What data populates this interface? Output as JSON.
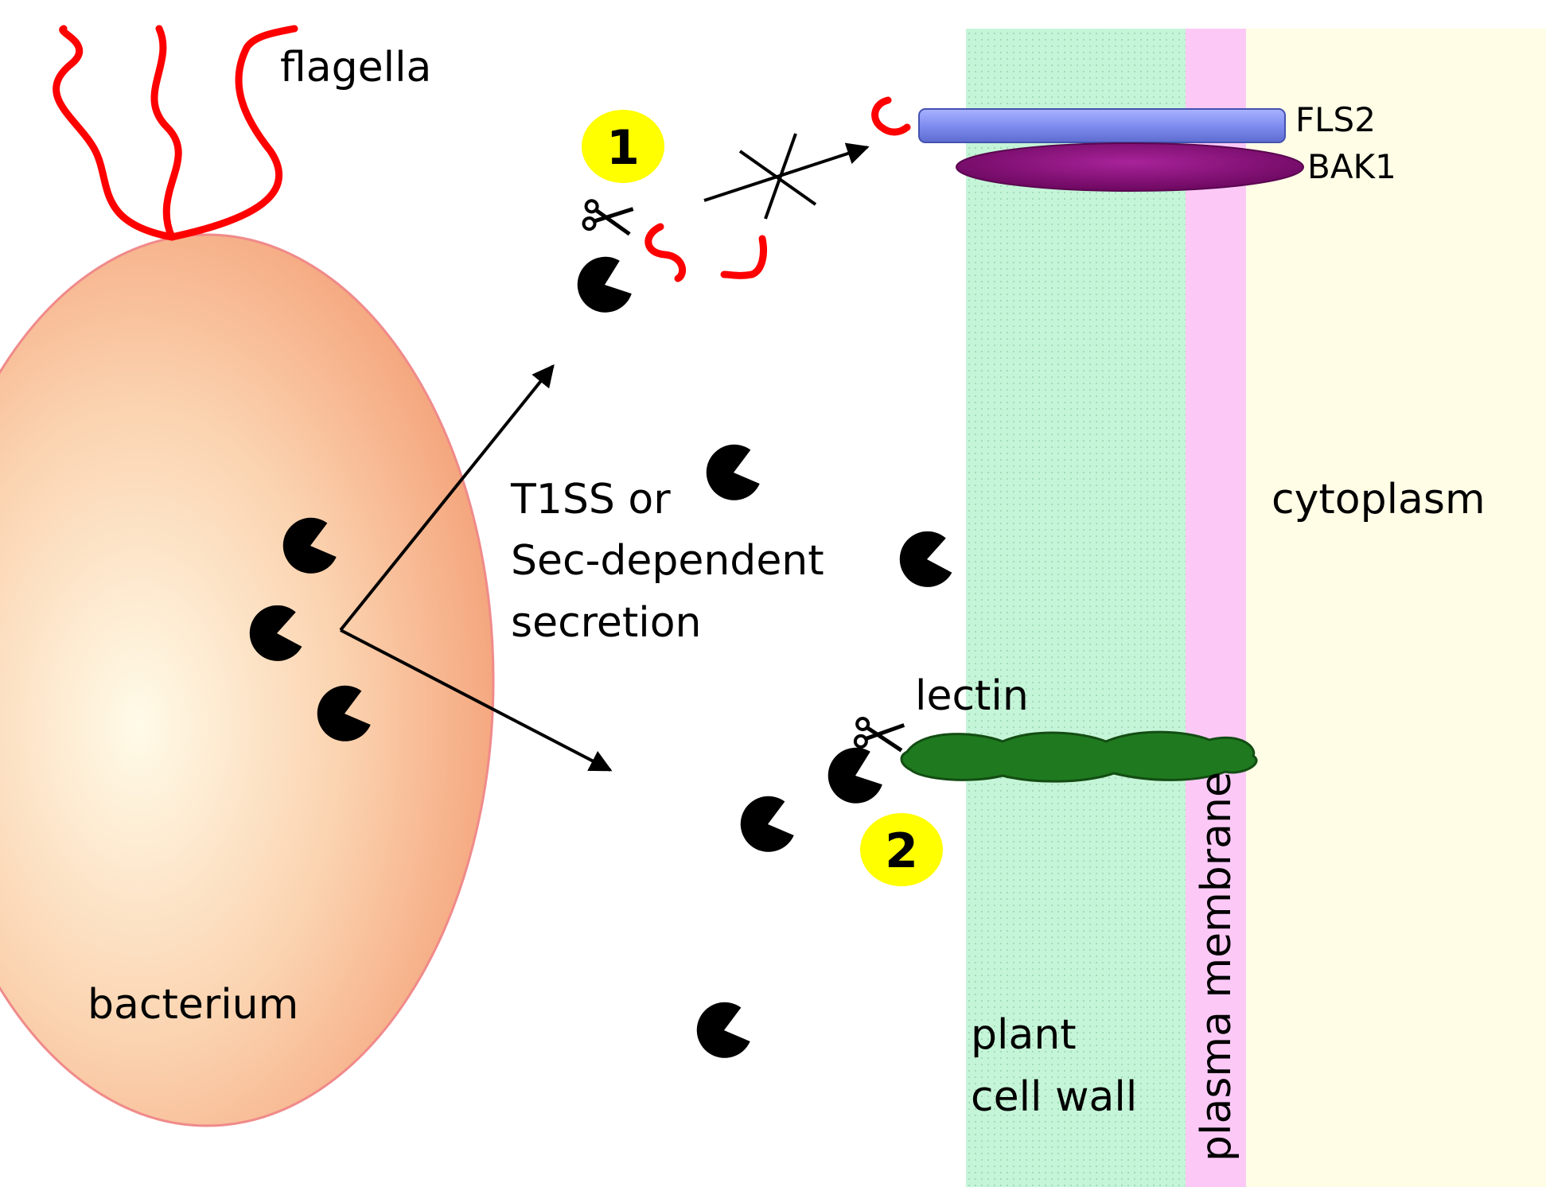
{
  "labels": {
    "flagella": "flagella",
    "fls2": "FLS2",
    "bak1": "BAK1",
    "step1": "1",
    "step2": "2",
    "secretion_line1": "T1SS or",
    "secretion_line2": "Sec-dependent",
    "secretion_line3": "secretion",
    "cytoplasm": "cytoplasm",
    "lectin": "lectin",
    "bacterium": "bacterium",
    "cell_wall_line1": "plant",
    "cell_wall_line2": "cell wall",
    "plasma_membrane": "plasma membrane"
  },
  "colors": {
    "cell_wall": "#c5f5d8",
    "plasma_membrane": "#fcc9f7",
    "cytoplasm": "#fffde6",
    "bacterium_outer": "#f4a37a",
    "bacterium_inner": "#fffbe8",
    "flagella": "#ff0000",
    "fls2": "#7f8df0",
    "bak1": "#8a0a7a",
    "lectin": "#1f7a1f",
    "step_badge": "#ffff00",
    "protease": "#000000"
  },
  "icons": [
    "protease-icon",
    "scissors-icon",
    "blocked-arrow-icon"
  ]
}
